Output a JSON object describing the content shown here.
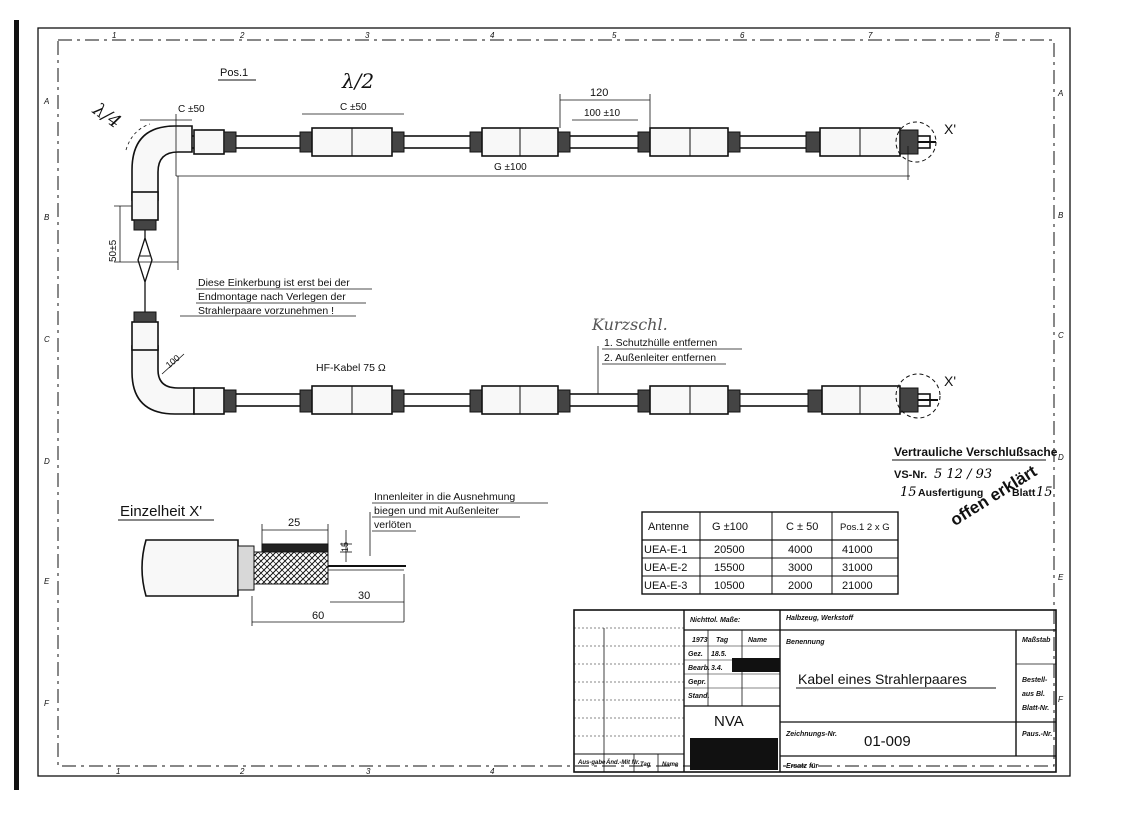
{
  "grid": {
    "cols": [
      "1",
      "2",
      "3",
      "4",
      "5",
      "6",
      "7",
      "8"
    ],
    "rows": [
      "A",
      "B",
      "C",
      "D",
      "E",
      "F"
    ]
  },
  "annotations": {
    "pos": "Pos.1",
    "quarter_wave": "λ/4",
    "half_wave": "λ/2",
    "c_tol_left": "C ±50",
    "c_tol_mid": "C ±50",
    "g_tol": "G ±100",
    "dim_120": "120",
    "dim_100": "100 ±10",
    "x_top": "X'",
    "x_bottom": "X'",
    "side_dim": "50±5",
    "notch_note_1": "Diese Einkerbung ist erst bei der",
    "notch_note_2": "Endmontage nach Verlegen der",
    "notch_note_3": "Strahlerpaare vorzunehmen !",
    "radius": "100",
    "hf_cable": "HF-Kabel 75 Ω",
    "kurzschl": "Kurzschl.",
    "step_1": "1. Schutzhülle entfernen",
    "step_2": "2. Außenleiter entfernen"
  },
  "detail": {
    "title": "Einzelheit X'",
    "note_1": "Innenleiter in die Ausnehmung",
    "note_2": "biegen und mit Außenleiter",
    "note_3": "verlöten",
    "dim_25": "25",
    "dim_15": "15",
    "dim_30": "30",
    "dim_60": "60"
  },
  "table": {
    "headers": [
      "Antenne",
      "G ±100",
      "C ± 50",
      "Pos.1 2 x G"
    ],
    "rows": [
      [
        "UEA-E-1",
        "20500",
        "4000",
        "41000"
      ],
      [
        "UEA-E-2",
        "15500",
        "3000",
        "31000"
      ],
      [
        "UEA-E-3",
        "10500",
        "2000",
        "21000"
      ]
    ]
  },
  "stamp": {
    "line_1": "Vertrauliche Verschlußsache",
    "vs_label": "VS-Nr.",
    "vs_value": "5 12 / 93",
    "copy_num": "15",
    "ausfertigung": "Ausfertigung",
    "blatt_label": "Blatt",
    "blatt_value": "15",
    "overprint": "offen erklärt"
  },
  "title_block": {
    "nicht_masse": "Nichttol. Maße:",
    "halbzeug": "Halbzeug, Werkstoff",
    "benennung_label": "Benennung",
    "benennung": "Kabel eines Strahlerpaares",
    "massstab": "Maßstab",
    "year": "1973",
    "tag": "Tag",
    "name": "Name",
    "gez": "Gez.",
    "gez_date": "18.5.",
    "bearb": "Bearb.",
    "bearb_date": "3.4.",
    "gepr": "Gepr.",
    "stand": "Stand.",
    "org": "NVA",
    "bestell": "Bestell-",
    "aus_bl": "aus Bl.",
    "blatt_nr": "Blatt-Nr.",
    "zeichnungs_label": "Zeichnungs-Nr.",
    "zeichnungs_nr": "01-009",
    "paus_nr": "Paus.-Nr.",
    "ersatz": "Ersatz für",
    "aus_gabe": "Aus-gabe",
    "aend": "Änd.-Mit Nr.",
    "tag2": "Tag",
    "name2": "Name"
  }
}
